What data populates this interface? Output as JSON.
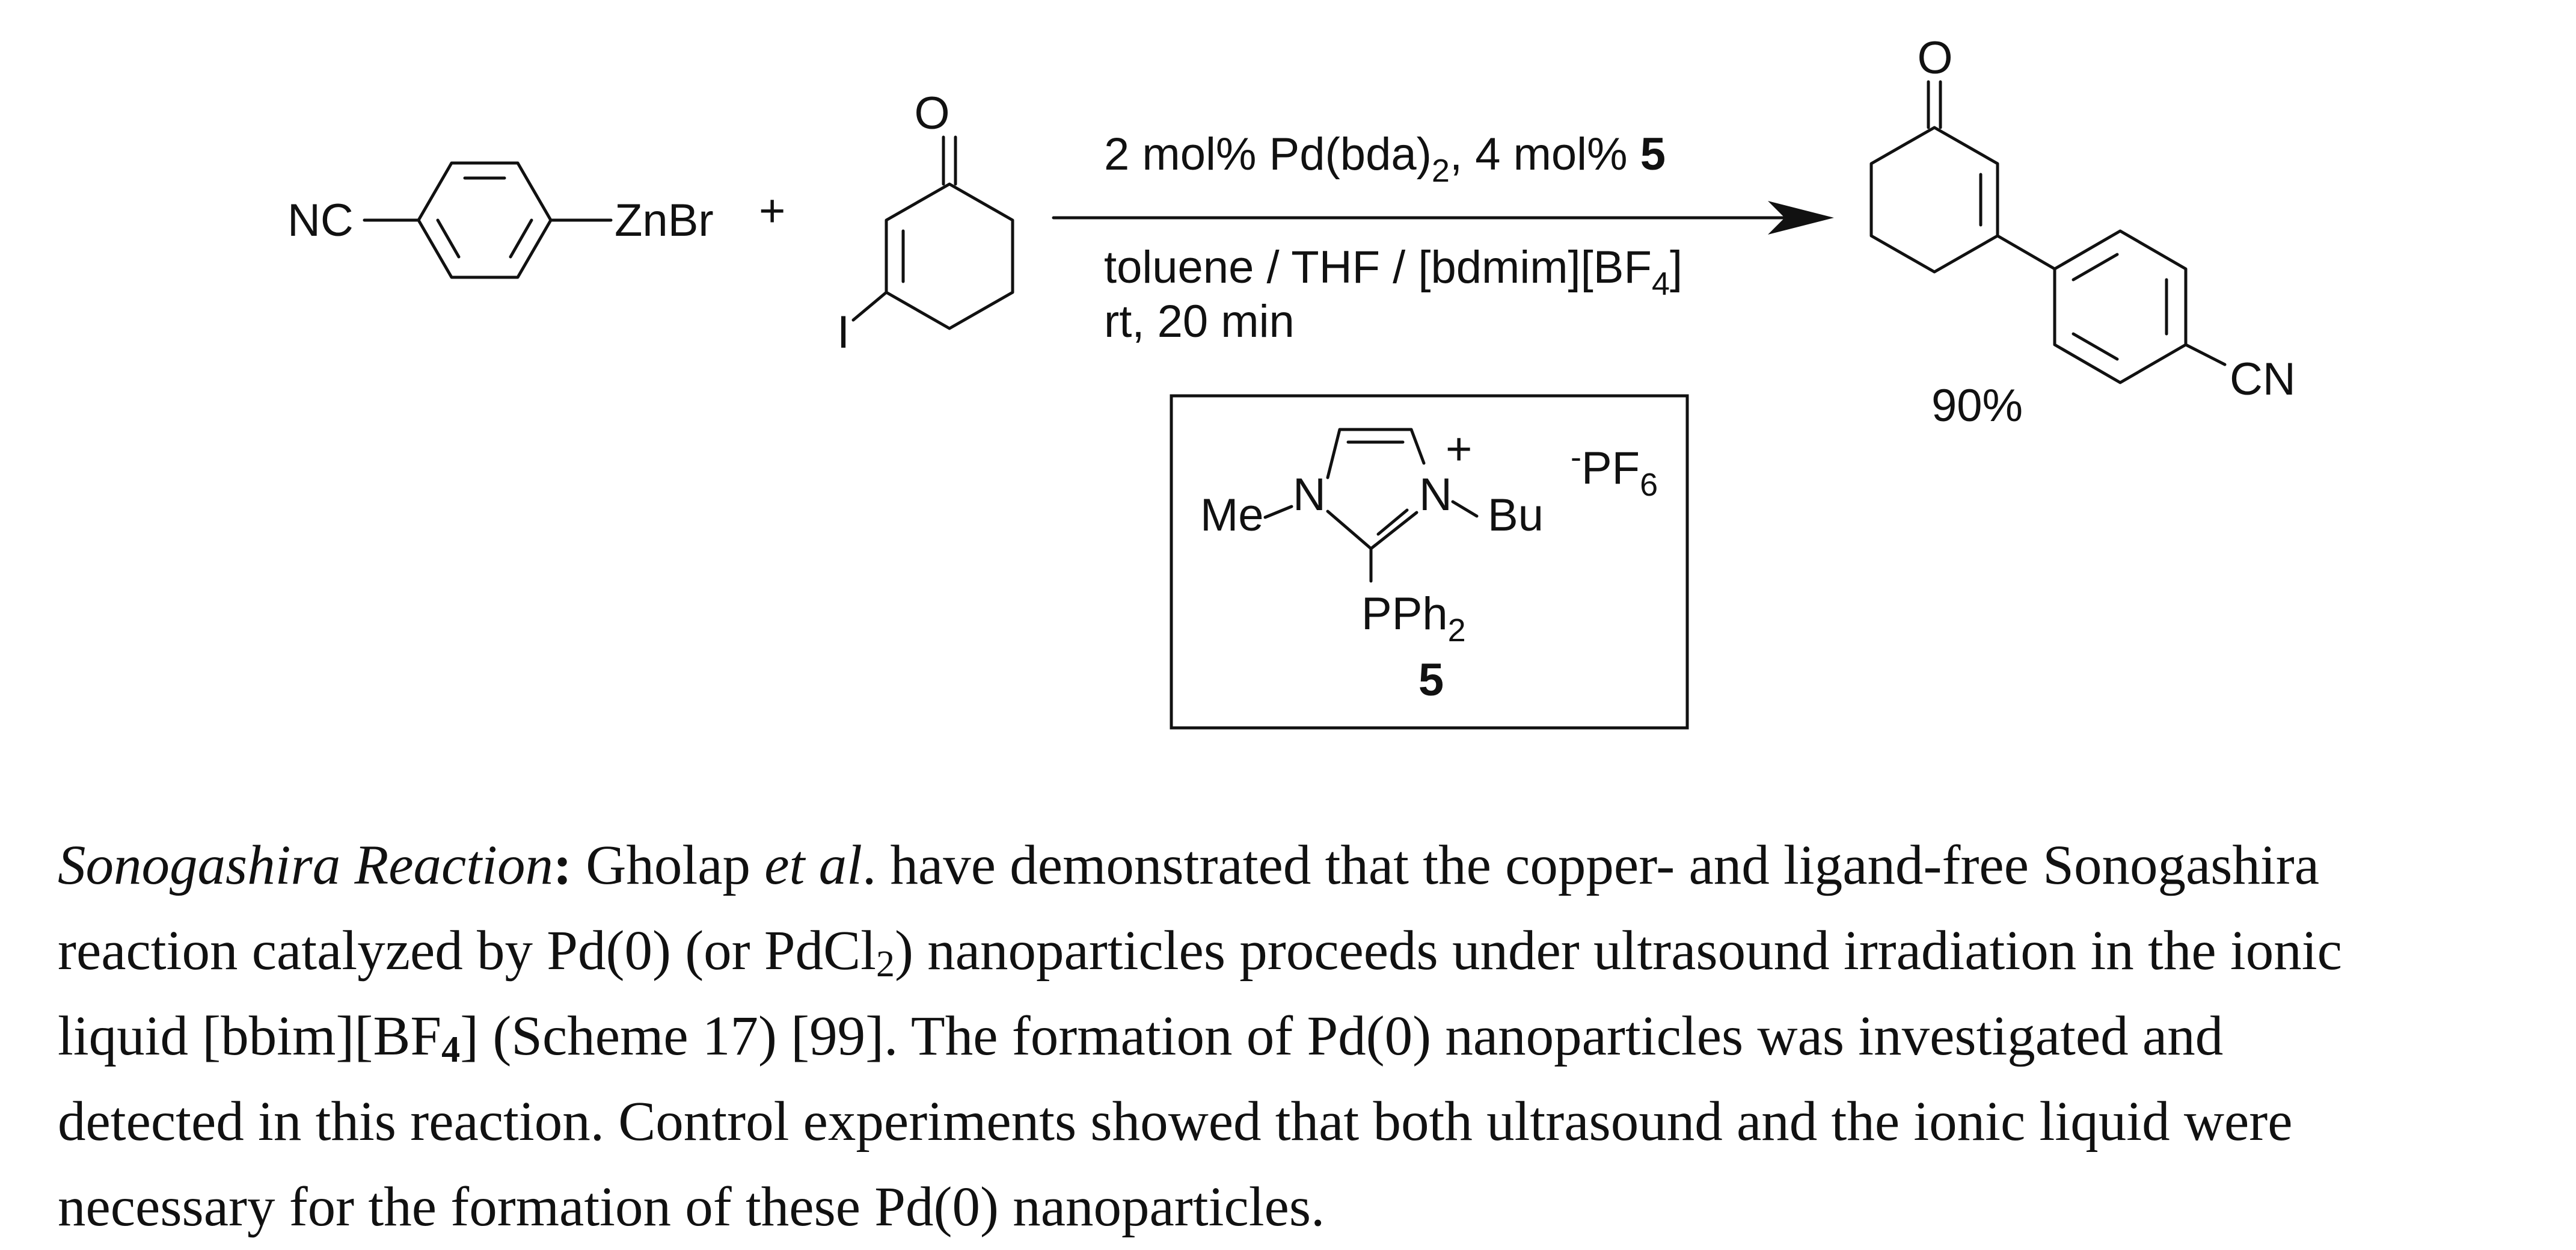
{
  "scheme": {
    "reagent1": {
      "left_group": "NC",
      "right_group": "ZnBr"
    },
    "plus": "+",
    "reagent2": {
      "carbonyl_O": "O",
      "substituent": "I"
    },
    "conditions": {
      "line1_pre": "2 mol% Pd(bda)",
      "line1_sub": "2",
      "line1_mid": ", 4 mol% ",
      "line1_ligand": "5",
      "line2_pre": "toluene / THF / [bdmim][BF",
      "line2_sub": "4",
      "line2_post": "]",
      "line3": "rt, 20 min"
    },
    "product": {
      "carbonyl_O": "O",
      "substituent": "CN",
      "yield": "90%"
    },
    "ligand": {
      "methyl": "Me",
      "n_left": "N",
      "n_right": "N",
      "charge": "+",
      "butyl": "Bu",
      "counterion_charge": "-",
      "counterion": "PF",
      "counterion_sub": "6",
      "phosphine": "PPh",
      "phosphine_sub": "2",
      "label": "5"
    }
  },
  "paragraph": {
    "lead": "Sonogashira Reaction",
    "lead_colon": ":",
    "line1_a": " Gholap ",
    "line1_etal": "et al",
    "line1_b": ". have demonstrated that the copper- and ligand-free Sonogashira",
    "line2_a": "reaction catalyzed by Pd(0) (or PdCl",
    "line2_sub": "2",
    "line2_b": ") nanoparticles proceeds under ultrasound irradiation in the ionic",
    "line3_a": "liquid [bbim][BF",
    "line3_sub": "4",
    "line3_b": "] (Scheme 17) [99]. The formation of Pd(0) nanoparticles was investigated and",
    "line4": "detected in this reaction. Control experiments showed that both ultrasound and the ionic liquid were",
    "line5": "necessary for the formation of these Pd(0) nanoparticles."
  }
}
